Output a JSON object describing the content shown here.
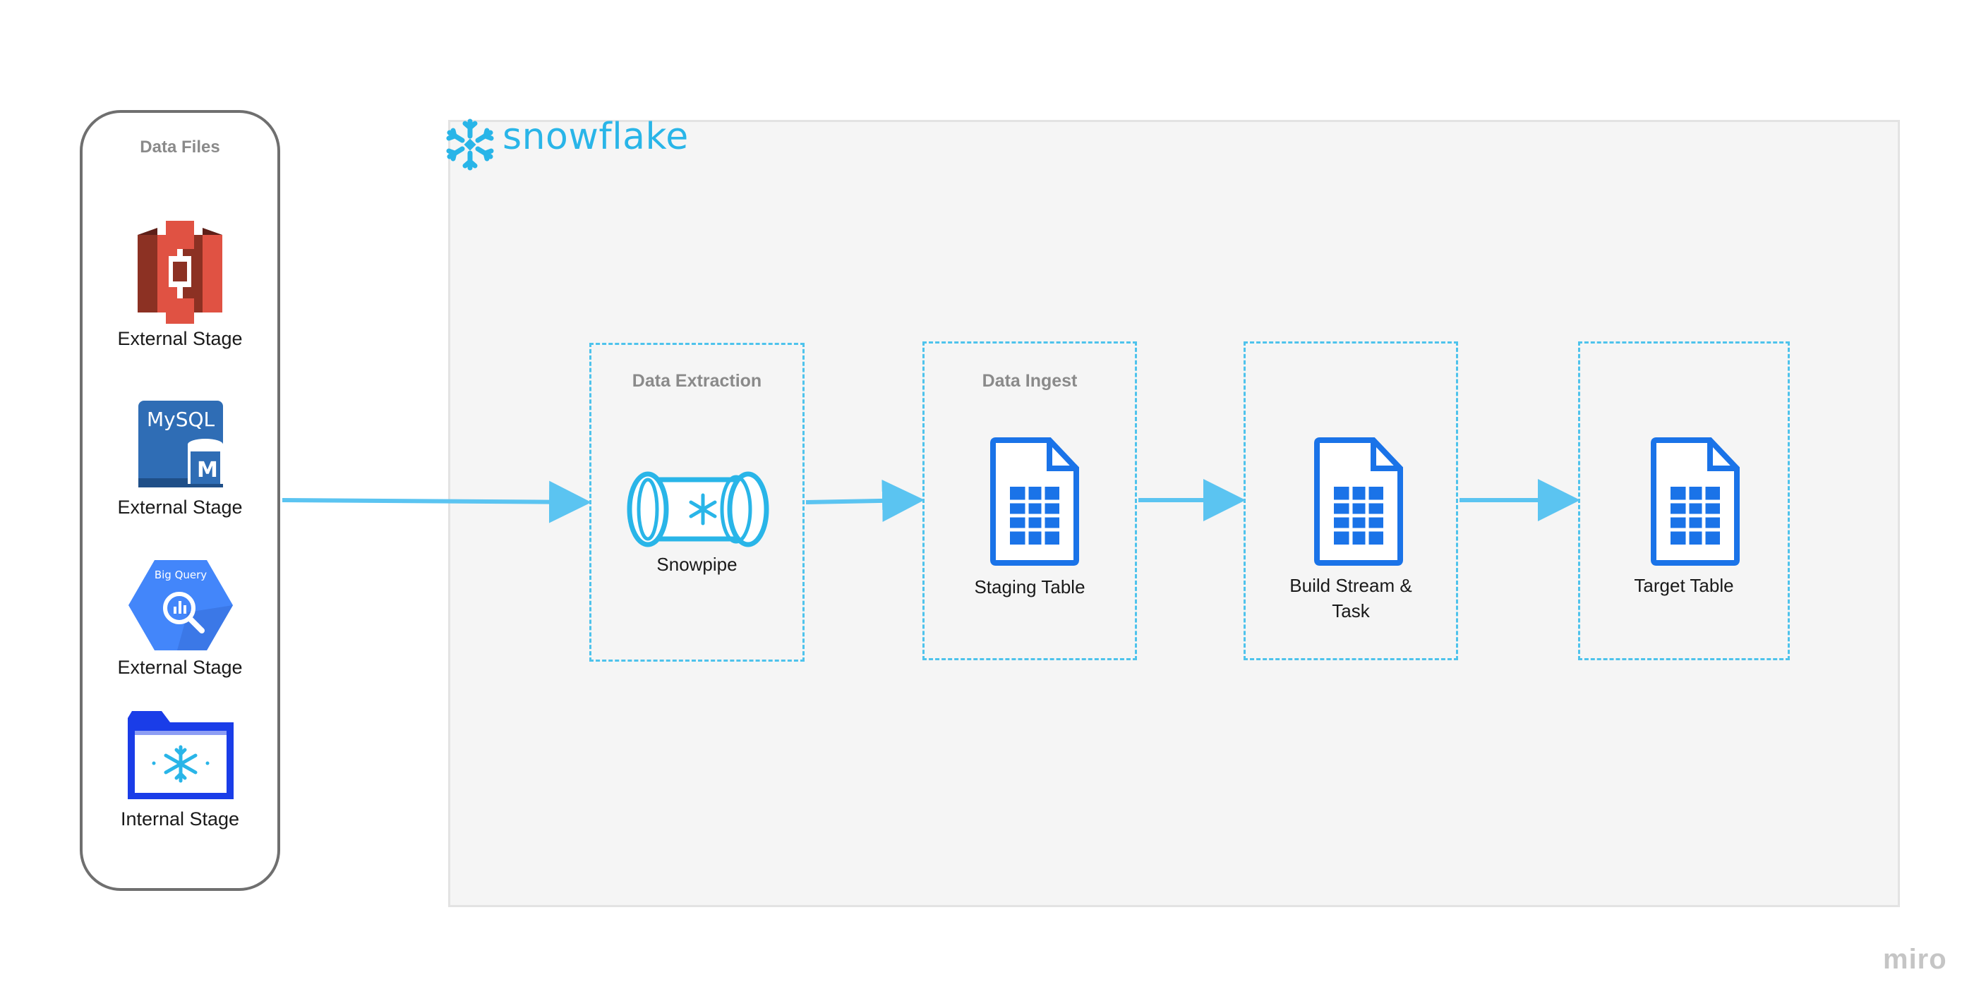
{
  "data_files": {
    "title": "Data Files",
    "sources": [
      {
        "label": "External Stage",
        "icon": "aws-s3-icon"
      },
      {
        "label": "External Stage",
        "icon": "mysql-database-icon",
        "icon_text": "MySQL",
        "badge_text": "M"
      },
      {
        "label": "External Stage",
        "icon": "google-bigquery-icon",
        "icon_text": "Big Query"
      },
      {
        "label": "Internal Stage",
        "icon": "snowflake-folder-icon"
      }
    ]
  },
  "snowflake": {
    "brand": "snowflake"
  },
  "steps": [
    {
      "title": "Data Extraction",
      "label": "Snowpipe",
      "icon": "snowpipe-icon"
    },
    {
      "title": "Data Ingest",
      "label": "Staging Table",
      "icon": "spreadsheet-icon"
    },
    {
      "title": "",
      "label_lines": [
        "Build Stream &",
        "Task"
      ],
      "icon": "spreadsheet-icon"
    },
    {
      "title": "",
      "label": "Target Table",
      "icon": "spreadsheet-icon"
    }
  ],
  "watermark": "miro",
  "colors": {
    "arrow": "#5bc4f1",
    "step_border": "#4ec3ec",
    "snowflake_blue": "#29b5e8",
    "sheet_blue": "#1a73e8",
    "s3_red": "#e05243",
    "mysql_blue": "#2f6db5",
    "bigquery_blue": "#4386fa",
    "folder_blue": "#1a3de8"
  }
}
